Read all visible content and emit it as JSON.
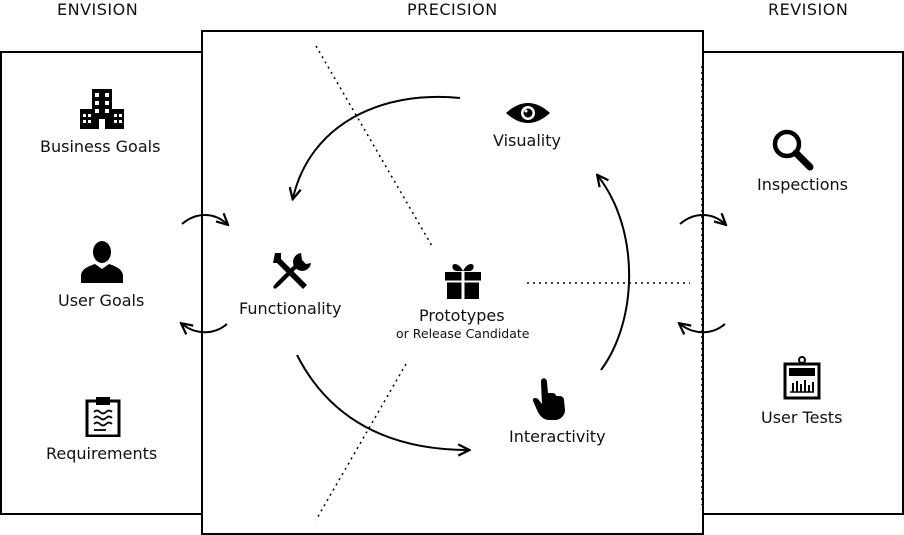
{
  "headers": {
    "envision": "ENVISION",
    "precision": "PRECISION",
    "revision": "REVISION"
  },
  "envision": {
    "business_goals": "Business Goals",
    "user_goals": "User Goals",
    "requirements": "Requirements"
  },
  "precision": {
    "functionality": "Functionality",
    "visuality": "Visuality",
    "interactivity": "Interactivity",
    "prototypes": "Prototypes",
    "prototypes_sub": "or Release Candidate"
  },
  "revision": {
    "inspections": "Inspections",
    "user_tests": "User Tests"
  },
  "icons": {
    "business_goals": "building-icon",
    "user_goals": "user-icon",
    "requirements": "clipboard-icon",
    "functionality": "tools-icon",
    "visuality": "eye-icon",
    "interactivity": "hand-pointer-icon",
    "prototypes": "gift-icon",
    "inspections": "magnifier-icon",
    "user_tests": "chart-board-icon"
  },
  "colors": {
    "stroke": "#000000",
    "background": "#ffffff"
  }
}
